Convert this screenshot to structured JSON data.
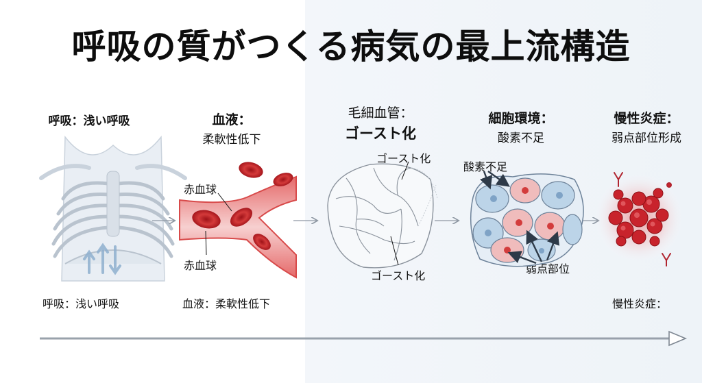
{
  "title": "呼吸の質がつくる病気の最上流構造",
  "stages": [
    {
      "head": "呼吸：浅い呼吸",
      "sub": "",
      "foot": "呼吸：浅い呼吸"
    },
    {
      "head": "血液：",
      "sub": "柔軟性低下",
      "foot": "血液：柔軟性低下"
    },
    {
      "head": "毛細血管：",
      "sub": "ゴースト化",
      "foot": ""
    },
    {
      "head": "細胞環境：",
      "sub": "酸素不足",
      "foot": ""
    },
    {
      "head": "慢性炎症：",
      "sub": "弱点部位形成",
      "foot": "慢性炎症："
    }
  ],
  "annotations": {
    "rbc_top": "赤血球",
    "rbc_bottom": "赤血球",
    "ghost_top": "ゴースト化",
    "ghost_bottom": "ゴースト化",
    "hypoxia": "酸素不足",
    "weak_points": "弱点部位"
  },
  "colors": {
    "blood_red": "#c8232c",
    "vessel_pink": "#f2b8b8",
    "cell_blue": "#bcd4e8",
    "arrow_gray": "#8f98a3"
  }
}
